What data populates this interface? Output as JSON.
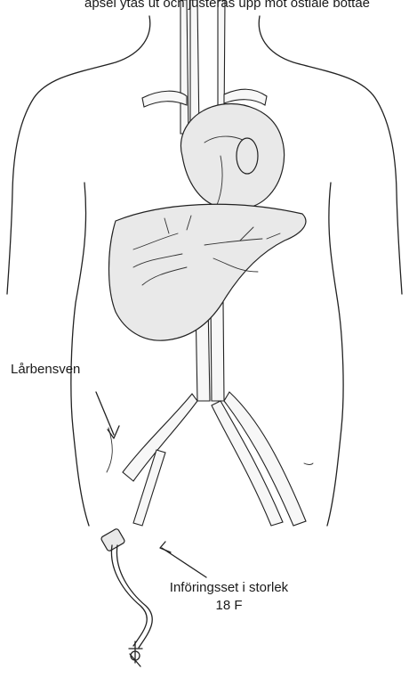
{
  "labels": {
    "top_caption": "apsel ytas ut och justeras upp mot ostiale bottaé",
    "femoral_vein": "Lårbensven",
    "sheath_line1": "Införingsset i storlek",
    "sheath_line2": "18 F"
  },
  "colors": {
    "stroke": "#222222",
    "organ_fill": "#e9e9e9",
    "background": "#ffffff"
  }
}
